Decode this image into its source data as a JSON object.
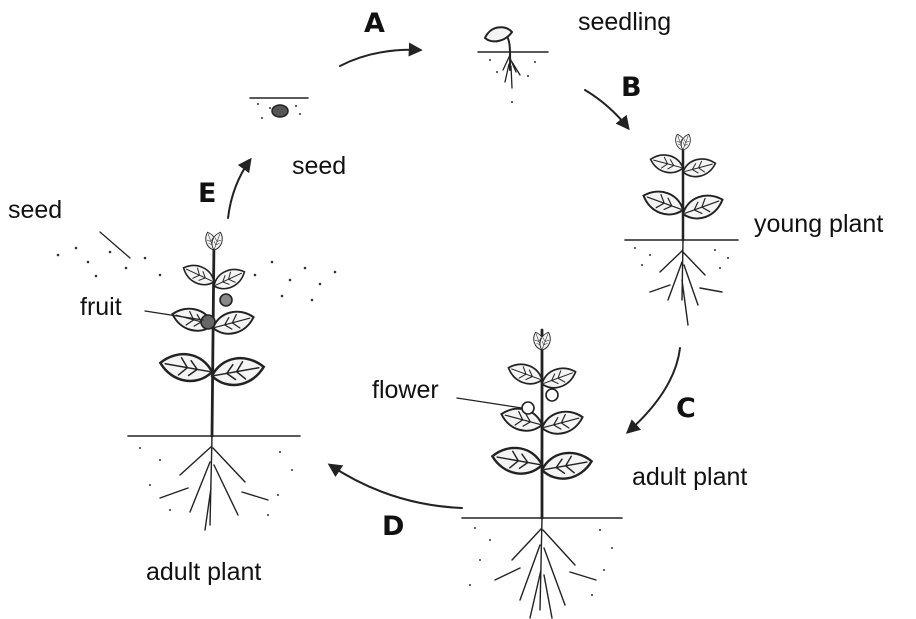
{
  "labels": {
    "seedling": "seedling",
    "seed_stage": "seed",
    "seed_scatter": "seed",
    "young_plant": "young plant",
    "fruit": "fruit",
    "flower": "flower",
    "adult_plant_right": "adult plant",
    "adult_plant_left": "adult plant"
  },
  "arrows": {
    "a": "A",
    "b": "B",
    "c": "C",
    "d": "D",
    "e": "E"
  }
}
